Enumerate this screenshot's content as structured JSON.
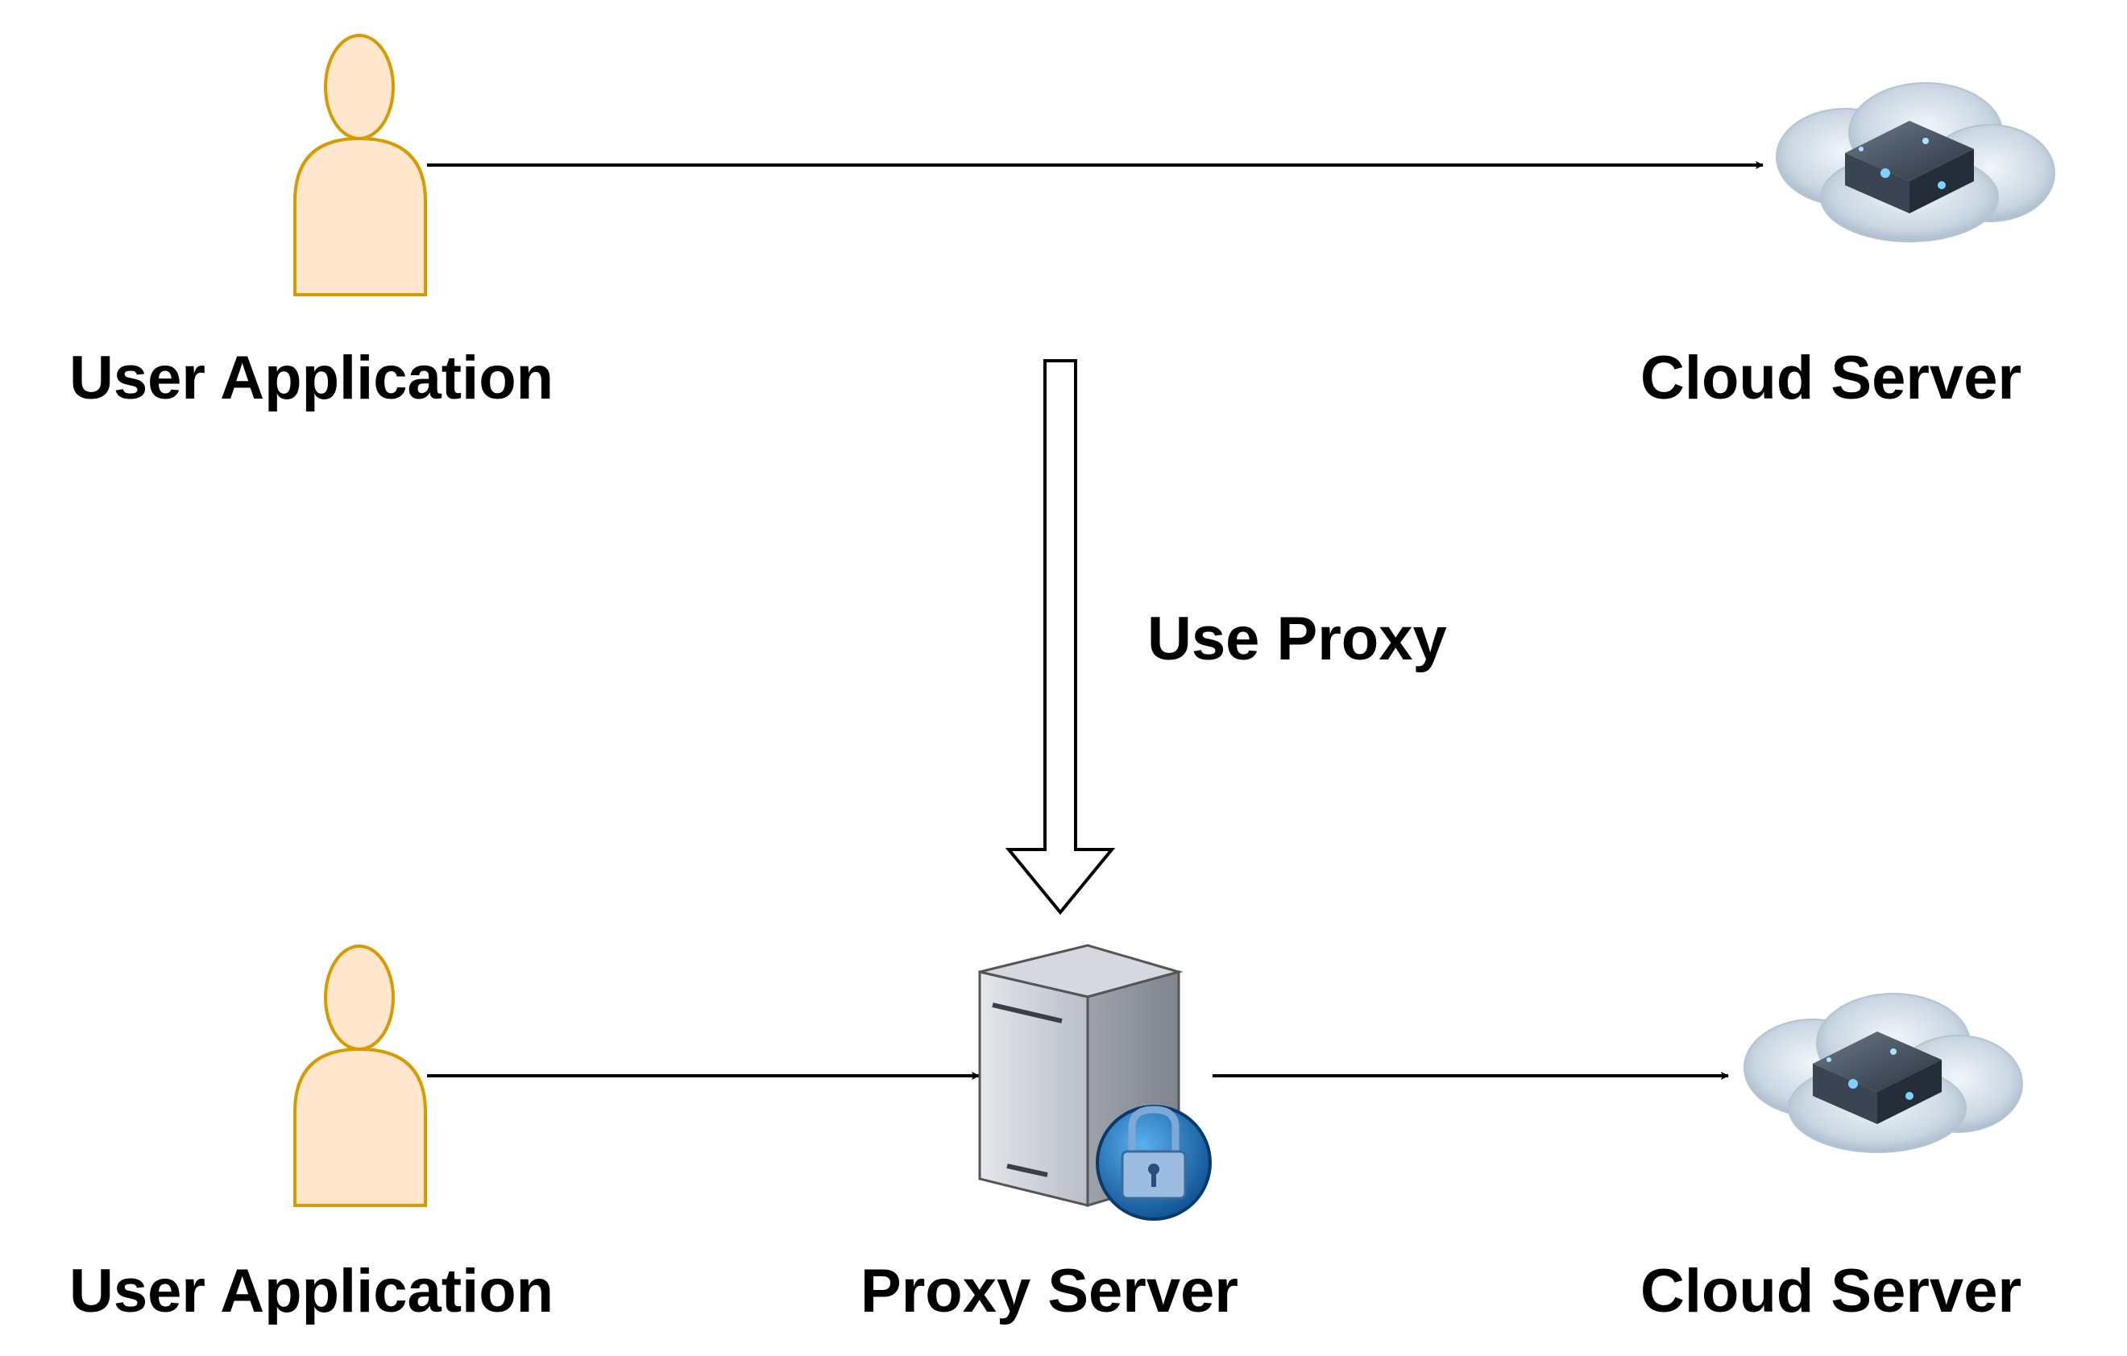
{
  "top_row": {
    "user_label": "User Application",
    "cloud_label": "Cloud Server"
  },
  "transition": {
    "label": "Use Proxy"
  },
  "bottom_row": {
    "user_label": "User Application",
    "proxy_label": "Proxy Server",
    "cloud_label": "Cloud Server"
  },
  "colors": {
    "person_fill": "#ffe6cc",
    "person_stroke": "#d79b00",
    "arrow": "#000000",
    "server_body": "#c8ccd4",
    "lock_badge": "#1e6fb8"
  },
  "icons": {
    "user": "user-icon",
    "cloud_server": "cloud-server-icon",
    "proxy_server": "proxy-server-icon",
    "lock": "lock-icon"
  }
}
